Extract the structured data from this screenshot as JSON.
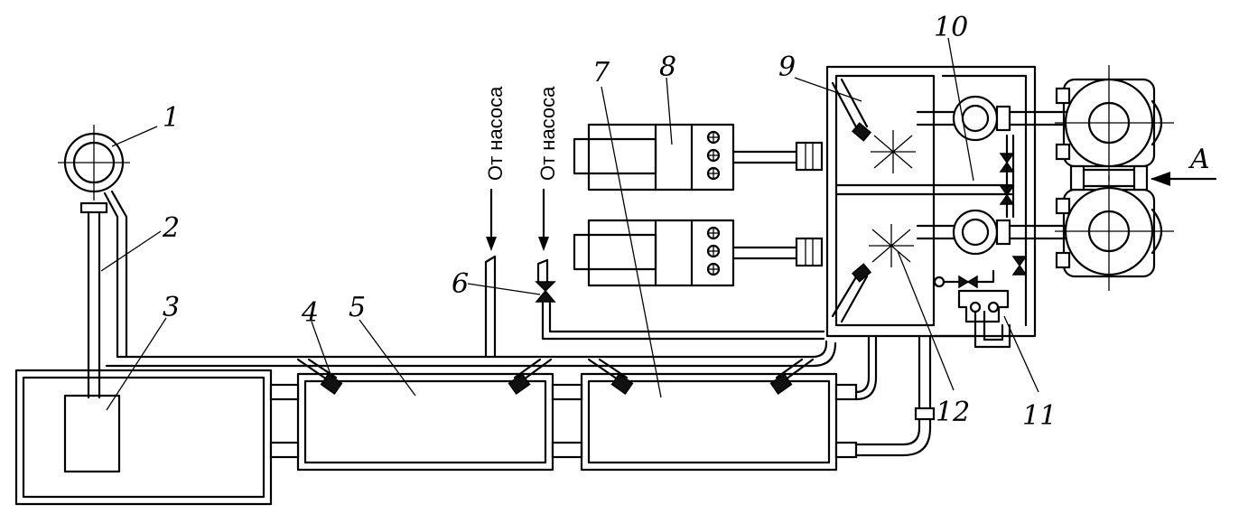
{
  "labels": {
    "n1": "1",
    "n2": "2",
    "n3": "3",
    "n4": "4",
    "n5": "5",
    "n6": "6",
    "n7": "7",
    "n8": "8",
    "n9": "9",
    "n10": "10",
    "n11": "11",
    "n12": "12",
    "view_a": "A"
  },
  "captions": {
    "from_pump_1": "От насоса",
    "from_pump_2": "От насоса"
  }
}
